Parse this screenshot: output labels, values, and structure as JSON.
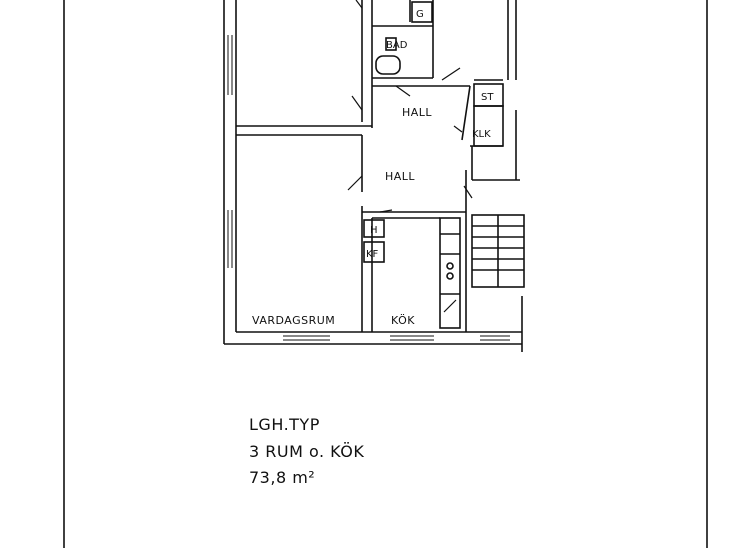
{
  "rooms": {
    "g": "G",
    "bad": "BAD",
    "hall_upper": "HALL",
    "st": "ST",
    "klk": "KLK",
    "hall_lower": "HALL",
    "h": "H",
    "kf": "KF",
    "vardagsrum": "VARDAGSRUM",
    "kok": "KÖK"
  },
  "caption": {
    "type": "LGH.TYP",
    "rooms": "3 RUM o. KÖK",
    "area": "73,8 m²"
  }
}
